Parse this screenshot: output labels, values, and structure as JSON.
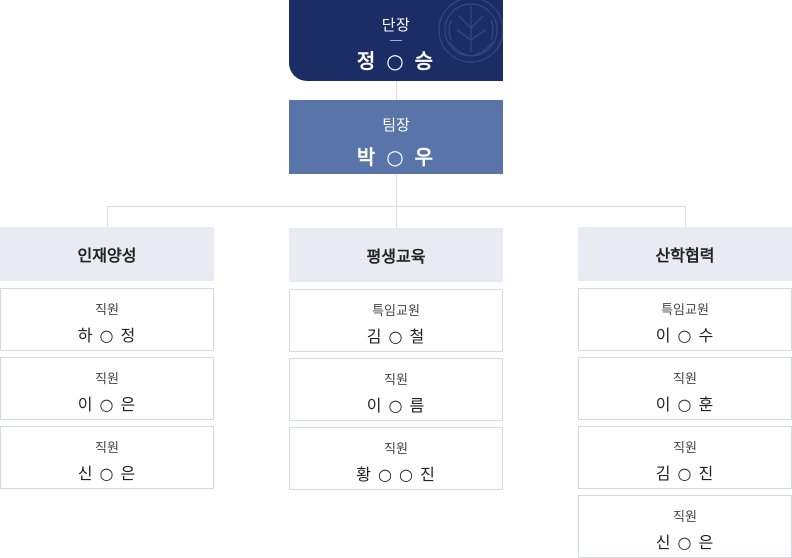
{
  "director": {
    "role": "단장",
    "name": "정 ○ 승"
  },
  "lead": {
    "role": "팀장",
    "name": "박 ○ 우"
  },
  "departments": [
    {
      "title": "인재양성",
      "members": [
        {
          "role": "직원",
          "name": "하 ○ 정"
        },
        {
          "role": "직원",
          "name": "이 ○ 은"
        },
        {
          "role": "직원",
          "name": "신 ○ 은"
        }
      ]
    },
    {
      "title": "평생교육",
      "members": [
        {
          "role": "특임교원",
          "name": "김 ○ 철"
        },
        {
          "role": "직원",
          "name": "이 ○ 름"
        },
        {
          "role": "직원",
          "name": "황 ○ ○ 진"
        }
      ]
    },
    {
      "title": "산학협력",
      "members": [
        {
          "role": "특임교원",
          "name": "이 ○ 수"
        },
        {
          "role": "직원",
          "name": "이 ○ 훈"
        },
        {
          "role": "직원",
          "name": "김 ○ 진"
        },
        {
          "role": "직원",
          "name": "신 ○ 은"
        }
      ]
    }
  ]
}
